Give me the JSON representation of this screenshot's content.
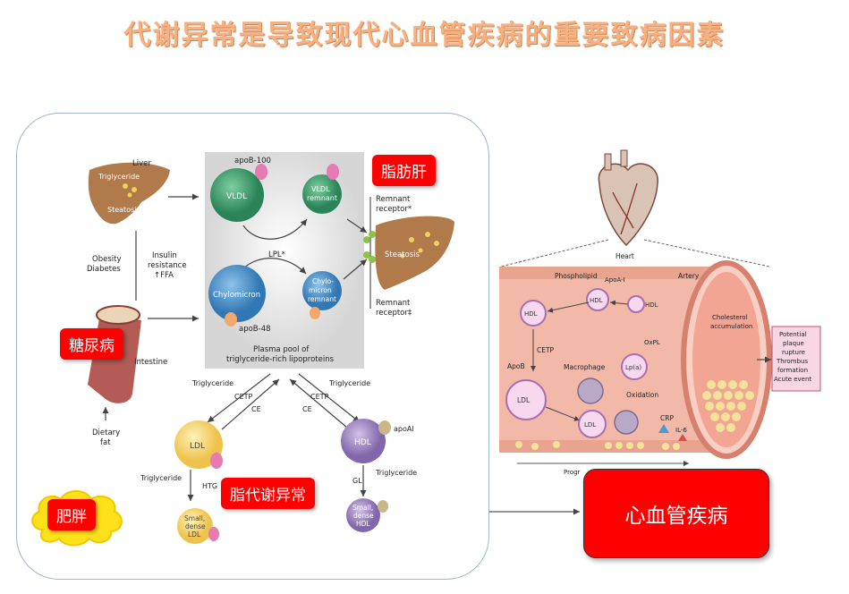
{
  "title": "代谢异常是导致现代心血管疾病的重要致病因素",
  "labels": {
    "fatty_liver": "脂肪肝",
    "diabetes": "糖尿病",
    "dyslipidemia": "脂代谢异常",
    "obesity": "肥胖",
    "cvd": "心血管疾病"
  },
  "left_diagram": {
    "liver": "Liver",
    "triglyceride": "Triglyceride",
    "steatosis": "Steatosis",
    "obesity": "Obesity",
    "diabetes": "Diabetes",
    "insulin": "Insulin",
    "resistance": "resistance",
    "ffa": "↑FFA",
    "intestine": "Intestine",
    "dietary": "Dietary",
    "fat": "fat",
    "apob100": "apoB-100",
    "vldl": "VLDL",
    "vldl_remnant_1": "VLDL",
    "vldl_remnant_2": "remnant",
    "lpl": "LPL*",
    "chylomicron": "Chylomicron",
    "chylo_remnant_1": "Chylo-",
    "chylo_remnant_2": "micron",
    "chylo_remnant_3": "remnant",
    "apob48": "apoB-48",
    "plasma_pool_1": "Plasma pool of",
    "plasma_pool_2": "triglyceride-rich lipoproteins",
    "remnant_receptor_a_1": "Remnant",
    "remnant_receptor_a_2": "receptor*",
    "remnant_receptor_b_1": "Remnant",
    "remnant_receptor_b_2": "receptor‡",
    "liver_steatosis": "Steatosis",
    "tg_left": "Triglyceride",
    "tg_right": "Triglyceride",
    "cetp_left": "CETP",
    "ce_left": "CE",
    "cetp_right": "CETP",
    "ce_right": "CE",
    "ldl": "LDL",
    "hdl": "HDL",
    "apoai": "apoAI",
    "tg_ldl": "Triglyceride",
    "tg_hdl": "Triglyceride",
    "htg": "HTG",
    "gl": "GL",
    "small_ldl_1": "Small,",
    "small_ldl_2": "dense",
    "small_ldl_3": "LDL",
    "small_hdl_1": "Small,",
    "small_hdl_2": "dense",
    "small_hdl_3": "HDL"
  },
  "right_diagram": {
    "heart": "Heart",
    "artery": "Artery",
    "phospholipid": "Phospholipid",
    "apoai": "ApoA-I",
    "hdl_a": "HDL",
    "hdl_b": "HDL",
    "hdl_c": "HDL",
    "cetp": "CETP",
    "apob": "ApoB",
    "ldl_a": "LDL",
    "ldl_b": "LDL",
    "macrophage": "Macrophage",
    "oxpl": "OxPL",
    "lpa": "Lp(a)",
    "oxidation": "Oxidation",
    "crp": "CRP",
    "il6": "IL-6",
    "cholesterol_1": "Cholesterol",
    "cholesterol_2": "accumulation",
    "outcome_1": "Potential",
    "outcome_2": "plaque",
    "outcome_3": "rupture",
    "outcome_4": "Thrombus",
    "outcome_5": "formation",
    "outcome_6": "Acute event",
    "progression": "Progr"
  },
  "colors": {
    "title": "#f4b183",
    "red_label": "#ff0000",
    "vldl": "#3a9a6a",
    "chylomicron": "#4a90c8",
    "ldl": "#f5d36a",
    "hdl": "#9b7fbe",
    "artery": "#f2b8a8"
  }
}
